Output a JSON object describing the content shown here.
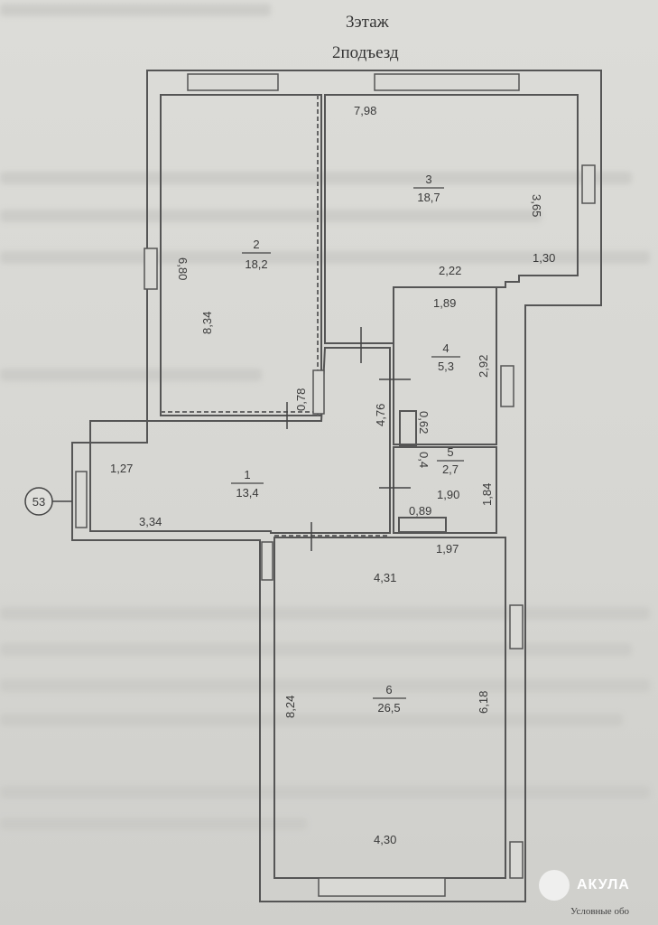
{
  "header": {
    "floor": "3этаж",
    "entrance": "2подъезд"
  },
  "apartment_marker": "53",
  "rooms": [
    {
      "number": "1",
      "area": "13,4"
    },
    {
      "number": "2",
      "area": "18,2"
    },
    {
      "number": "3",
      "area": "18,7"
    },
    {
      "number": "4",
      "area": "5,3"
    },
    {
      "number": "5",
      "area": "2,7"
    },
    {
      "number": "6",
      "area": "26,5"
    }
  ],
  "dimensions": {
    "d798": "7,98",
    "d365": "3,65",
    "d130": "1,30",
    "d222": "2,22",
    "d680": "6,80",
    "d834": "8,34",
    "d078": "0,78",
    "d189": "1,89",
    "d292": "2,92",
    "d476": "4,76",
    "d062": "0,62",
    "d04": "0,4",
    "d184": "1,84",
    "d190": "1,90",
    "d089": "0,89",
    "d127": "1,27",
    "d334": "3,34",
    "d197": "1,97",
    "d431": "4,31",
    "d824": "8,24",
    "d618": "6,18",
    "d430": "4,30"
  },
  "watermark": {
    "brand": "АКУЛА"
  },
  "legend_fragment": "Условные обо"
}
